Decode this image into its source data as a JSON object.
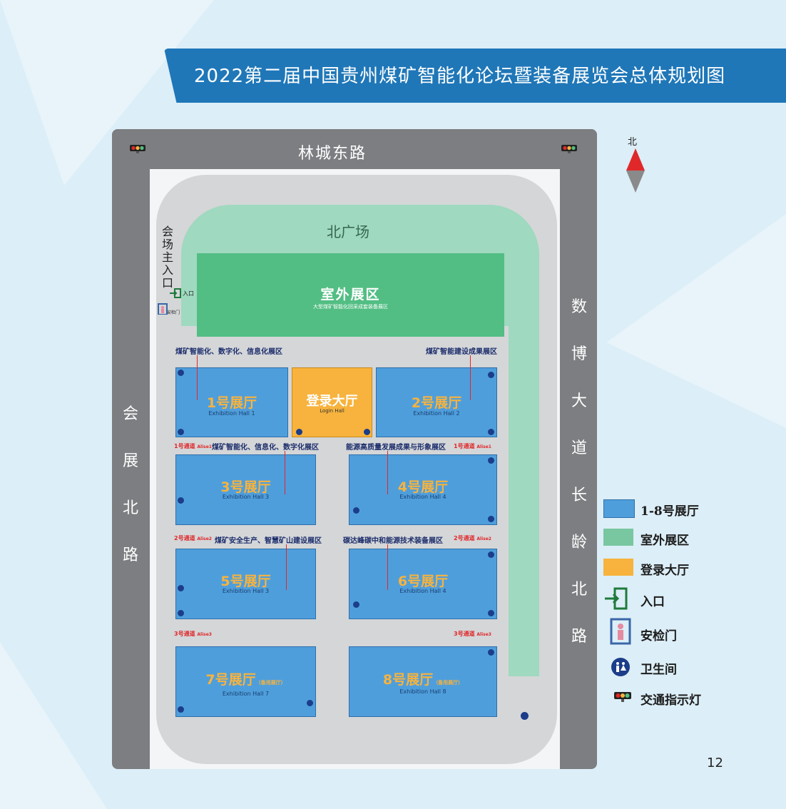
{
  "title": "2022第二届中国贵州煤矿智能化论坛暨装备展览会总体规划图",
  "compass": {
    "label": "北"
  },
  "roads": {
    "north": "林城东路",
    "west": "会展北路",
    "east": "数博大道长龄北路"
  },
  "north_square": "北广场",
  "main_entrance": "会场主入口",
  "entrance_label": "入口",
  "security_label": "安检门",
  "outdoor": {
    "title": "室外展区",
    "subtitle": "大型煤矿智能化回采成套装备展区"
  },
  "login_hall": {
    "title": "登录大厅",
    "subtitle": "Login  Hall"
  },
  "halls": [
    {
      "title": "1号展厅",
      "subtitle": "Exhibition Hall 1"
    },
    {
      "title": "2号展厅",
      "subtitle": "Exhibition Hall 2"
    },
    {
      "title": "3号展厅",
      "subtitle": "Exhibition Hall 3"
    },
    {
      "title": "4号展厅",
      "subtitle": "Exhibition Hall 4"
    },
    {
      "title": "5号展厅",
      "subtitle": "Exhibition Hall 3"
    },
    {
      "title": "6号展厅",
      "subtitle": "Exhibition Hall 4"
    },
    {
      "title": "7号展厅",
      "note": "（备用展厅）",
      "subtitle": "Exhibition Hall 7"
    },
    {
      "title": "8号展厅",
      "note": "（备用展厅）",
      "subtitle": "Exhibition Hall 8"
    }
  ],
  "categories": [
    "煤矿智能化、数字化、信息化展区",
    "煤矿智能建设成果展区",
    "煤矿智能化、信息化、数字化展区",
    "能源高质量发展成果与形象展区",
    "煤矿安全生产、智慧矿山建设展区",
    "碳达峰碳中和能源技术装备展区"
  ],
  "channels": [
    {
      "label": "1号通道",
      "en": "Alise1"
    },
    {
      "label": "1号通道",
      "en": "Alise1"
    },
    {
      "label": "2号通道",
      "en": "Alise2"
    },
    {
      "label": "2号通道",
      "en": "Alise2"
    },
    {
      "label": "3号通道",
      "en": "Alise3"
    },
    {
      "label": "3号通道",
      "en": "Alise3"
    }
  ],
  "legend": [
    {
      "label": "1-8号展厅",
      "color": "#4f9edc"
    },
    {
      "label": "室外展区",
      "color": "#79c7a0"
    },
    {
      "label": "登录大厅",
      "color": "#f7b33d"
    },
    {
      "label": "入口",
      "icon": "entrance-icon"
    },
    {
      "label": "安检门",
      "icon": "security-gate-icon"
    },
    {
      "label": "卫生间",
      "icon": "restroom-icon"
    },
    {
      "label": "交通指示灯",
      "icon": "traffic-light-icon"
    }
  ],
  "page_number": "12",
  "colors": {
    "banner": "#1f77b8",
    "road": "#7d7e81",
    "hall": "#4f9edc",
    "outdoor": "#52be83",
    "green_area": "#9fd9bf",
    "login": "#f7b33d"
  }
}
